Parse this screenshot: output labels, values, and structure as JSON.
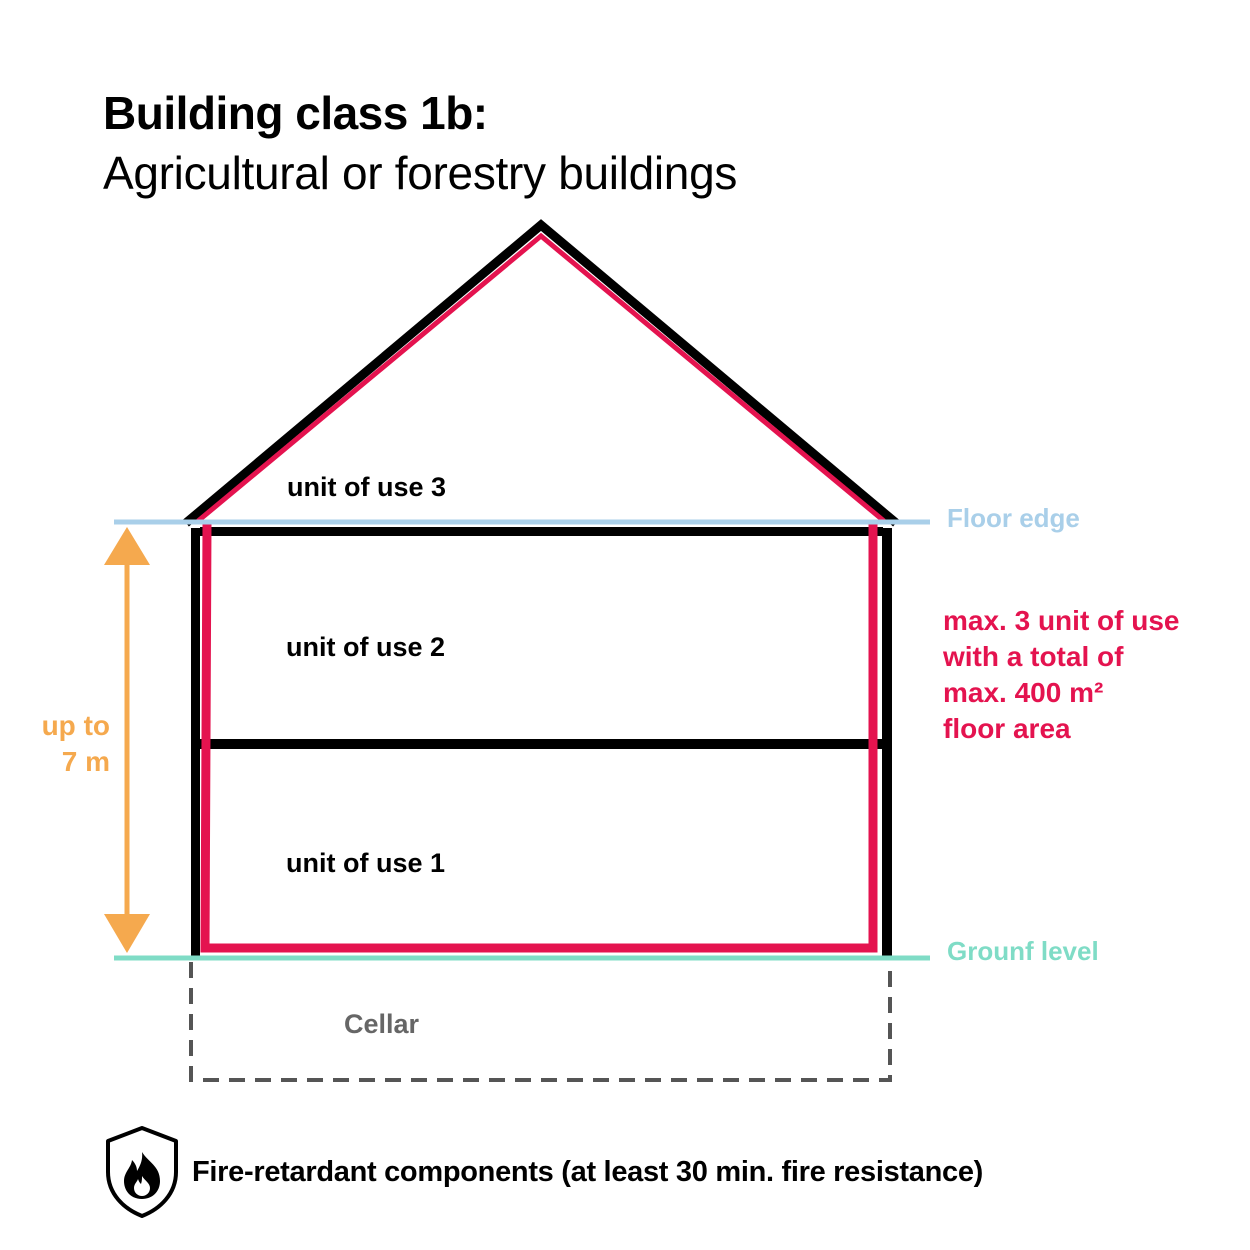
{
  "title": "Building class 1b:",
  "subtitle": "Agricultural or forestry buildings",
  "units": [
    {
      "label": "unit of use 3"
    },
    {
      "label": "unit of use 2"
    },
    {
      "label": "unit of use 1"
    }
  ],
  "cellar_label": "Cellar",
  "floor_edge_label": "Floor edge",
  "ground_level_label": "Grounf level",
  "height_label": [
    "up to",
    "7 m"
  ],
  "note_lines": [
    "max. 3 unit of use",
    "with a total of",
    "max. 400 m²",
    "floor area"
  ],
  "footer": {
    "icon": "fire-shield-icon",
    "text": "Fire-retardant components (at least 30 min. fire resistance)"
  },
  "colors": {
    "wall": "#000000",
    "fire_retardant": "#e4134f",
    "floor_edge": "#a9cfe9",
    "ground_level": "#7fdcc6",
    "height_arrow": "#f5a94e",
    "cellar": "#555555"
  }
}
